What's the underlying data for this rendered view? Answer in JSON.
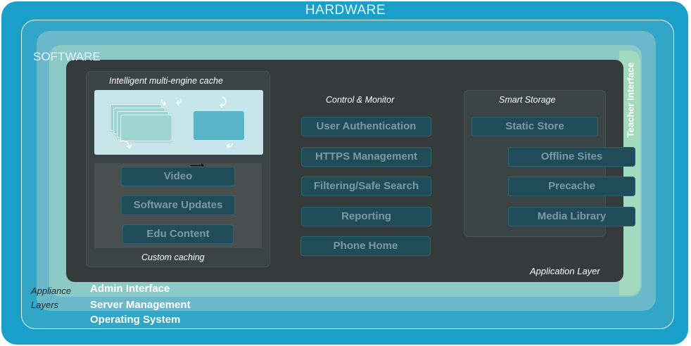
{
  "layers": {
    "hardware": "HARDWARE",
    "software": "SOFTWARE",
    "teacher_interface": "Teacher Interface",
    "admin_interface": "Admin Interface",
    "server_management": "Server Management",
    "operating_system": "Operating System",
    "appliance_layers": "Appliance Layers",
    "application_layer": "Application Layer"
  },
  "cache_panel": {
    "title": "Intelligent multi-engine cache",
    "footer": "Custom caching",
    "items": [
      "Video",
      "Software Updates",
      "Edu Content"
    ]
  },
  "control_panel": {
    "title": "Control & Monitor",
    "items": [
      "User Authentication",
      "HTTPS Management",
      "Filtering/Safe Search",
      "Reporting",
      "Phone Home"
    ]
  },
  "storage_panel": {
    "title": "Smart Storage",
    "items": [
      "Static Store",
      "Offline Sites",
      "Precache",
      "Media Library"
    ]
  },
  "colors": {
    "hardware": "#1aa0c8",
    "operating_system": "#32a6c6",
    "server_management": "#6ab8c9",
    "admin_interface": "#8ccac8",
    "teacher_interface": "#a3d9bf",
    "application_layer": "#353b3b",
    "module_button": "#1f4c58"
  }
}
